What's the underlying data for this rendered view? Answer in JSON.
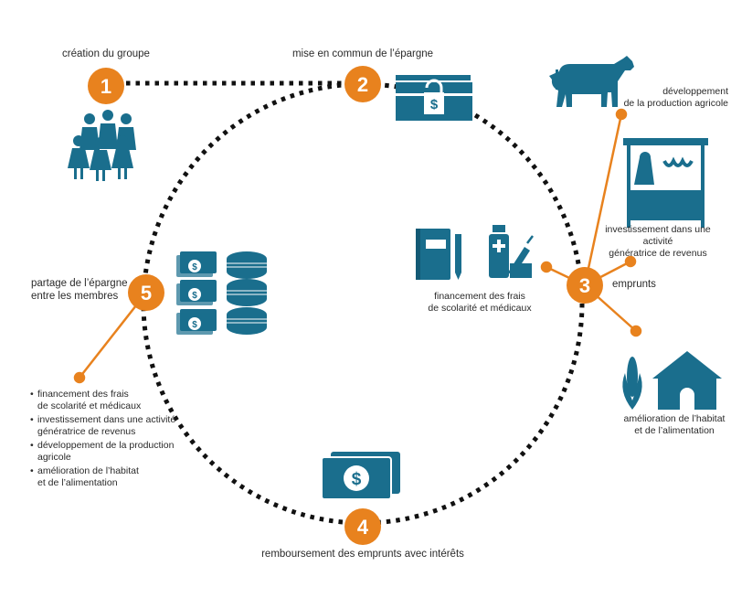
{
  "colors": {
    "accent": "#e8821e",
    "icon": "#1a6e8d",
    "path": "#111111"
  },
  "steps": [
    {
      "number": "1",
      "label": "création du groupe",
      "icon": "group-of-people-icon"
    },
    {
      "number": "2",
      "label": "mise en commun de l’épargne",
      "icon": "locked-chest-icon"
    },
    {
      "number": "3",
      "label": "emprunts",
      "icon": "loan-branches"
    },
    {
      "number": "4",
      "label": "remboursement des emprunts avec intérêts",
      "icon": "banknotes-icon"
    },
    {
      "number": "5",
      "label": "partage de l’épargne\nentre les membres",
      "icon": "money-stacks-icon"
    }
  ],
  "loan_uses": {
    "agriculture": "développement\nde la production agricole",
    "business": "investissement dans une activité\ngénératrice de revenus",
    "education_health": "financement des frais\nde scolarité et médicaux",
    "housing_food": "amélioration de l’habitat\net de l’alimentation"
  },
  "savings_uses": [
    "financement des frais\nde scolarité et médicaux",
    "investissement dans une activité\ngénératrice de revenus",
    "développement de la production\nagricole",
    "amélioration de l’habitat\net de l’alimentation"
  ],
  "icons": [
    "cow-icon",
    "market-stall-icon",
    "notebook-pencil-icon",
    "medicine-syringe-icon",
    "maize-icon",
    "hut-icon"
  ]
}
